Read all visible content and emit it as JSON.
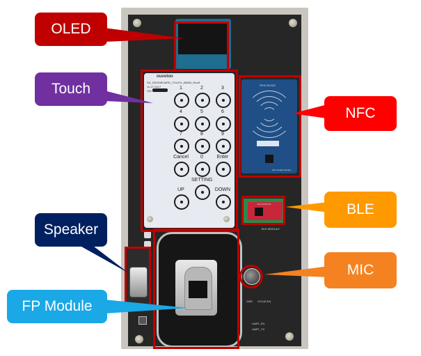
{
  "callouts": {
    "oled": {
      "label": "OLED",
      "color": "#c00000"
    },
    "touch": {
      "label": "Touch",
      "color": "#7030a0"
    },
    "nfc": {
      "label": "NFC",
      "color": "#ff0000"
    },
    "ble": {
      "label": "BLE",
      "color": "#ff9900"
    },
    "speaker": {
      "label": "Speaker",
      "color": "#002060"
    },
    "mic": {
      "label": "MIC",
      "color": "#f58220"
    },
    "fp": {
      "label": "FP Module",
      "color": "#1aa8e6"
    }
  },
  "highlight_color": "#c00000",
  "touch_panel": {
    "brand": "nuvoton",
    "board_name": "SD_DEMOBOARD_TOUCH_850B0_RevB",
    "date": "11-27-2017",
    "sn_label": "S/N",
    "keys": [
      "1",
      "2",
      "3",
      "4",
      "5",
      "6",
      "7",
      "8",
      "9",
      "Cancel",
      "0",
      "Enter",
      "SETTING",
      "UP",
      "DOWN"
    ]
  },
  "nfc_module": {
    "model": "RFID-RC522",
    "footer": "NFC Reader Module"
  },
  "ble_module": {
    "top_label": "BLE MODULE",
    "silk_label": "BLE MODULE"
  },
  "silkscreen": {
    "gnd": "GND",
    "vcc": "VCC(3.3V)",
    "uart_rx": "UART_RX",
    "uart_tx": "UART_TX"
  }
}
